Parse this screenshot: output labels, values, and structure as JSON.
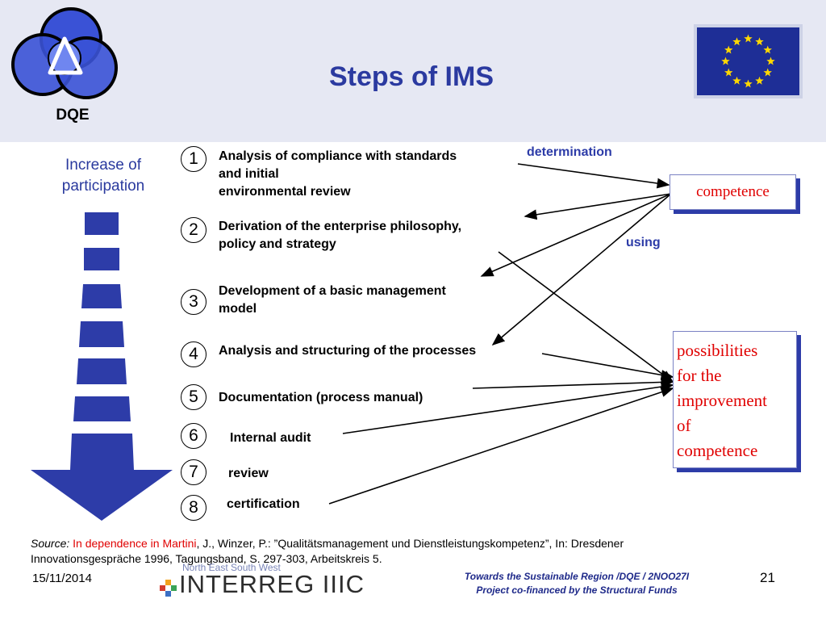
{
  "title": "Steps of IMS",
  "logo_label": "DQE",
  "left_title": [
    "Increase of",
    "participation"
  ],
  "steps": [
    {
      "num": "1",
      "lines": [
        "Analysis of compliance with standards",
        "and initial",
        "environmental review"
      ]
    },
    {
      "num": "2",
      "lines": [
        "Derivation of the enterprise philosophy,",
        "policy and strategy"
      ]
    },
    {
      "num": "3",
      "lines": [
        "Development of a basic management",
        "model"
      ]
    },
    {
      "num": "4",
      "lines": [
        "Analysis and structuring of the processes"
      ]
    },
    {
      "num": "5",
      "lines": [
        "Documentation (process manual)"
      ]
    },
    {
      "num": "6",
      "lines": [
        "Internal audit"
      ]
    },
    {
      "num": "7",
      "lines": [
        "review"
      ]
    },
    {
      "num": "8",
      "lines": [
        "certification"
      ]
    }
  ],
  "labels": {
    "determination": "determination",
    "using": "using"
  },
  "competence_box": "competence",
  "possibilities_box": [
    "possibilities",
    "for the",
    "improvement",
    "of",
    "competence"
  ],
  "source": {
    "prefix": "Source:",
    "highlight": "In dependence in Martini",
    "line1_rest": ", J., Winzer, P.: ”Qualitätsmanagement und Dienstleistungskompetenz”, In: Dresdener",
    "line2": "Innovationsgespräche 1996, Tagungsband, S. 297-303, Arbeitskreis 5."
  },
  "footer": {
    "date": "15/11/2014",
    "interreg_sub": "North East South West",
    "interreg": "INTERREG IIIC",
    "mid_line1": "Towards the Sustainable Region /DQE / 2NOO27I",
    "mid_line2": "Project co-financed by the Structural Funds",
    "page": "21"
  },
  "colors": {
    "accent": "#2d3ca8",
    "red": "#e00000",
    "header_bg": "#e6e8f3"
  }
}
